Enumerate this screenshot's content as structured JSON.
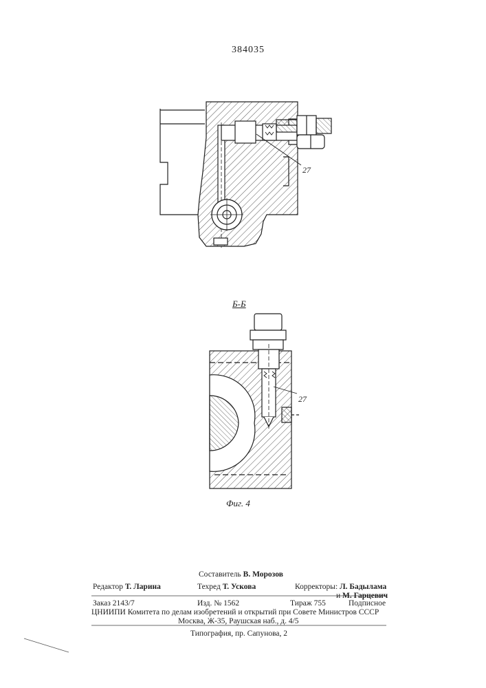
{
  "patent_number": "384035",
  "section_label": "Б-Б",
  "callout_top": "27",
  "callout_bottom": "27",
  "figure_caption": "Фиг. 4",
  "colophon": {
    "compiler_role": "Составитель",
    "compiler_name": "В. Морозов",
    "editor_role": "Редактор",
    "editor_name": "Т. Ларина",
    "techeditor_role": "Техред",
    "techeditor_name": "Т. Ускова",
    "correctors_role": "Корректоры:",
    "corrector_1": "Л. Бадылама",
    "corrector_2_prefix": "и",
    "corrector_2": "М. Гарцевич",
    "order": "Заказ 2143/7",
    "edition": "Изд. № 1562",
    "print_run": "Тираж 755",
    "subscription": "Подписное",
    "institute_line": "ЦНИИПИ Комитета по делам изобретений и открытий при Совете Министров СССР",
    "address_line": "Москва, Ж-35, Раушская наб., д. 4/5",
    "printer_line": "Типография, пр. Сапунова, 2"
  }
}
